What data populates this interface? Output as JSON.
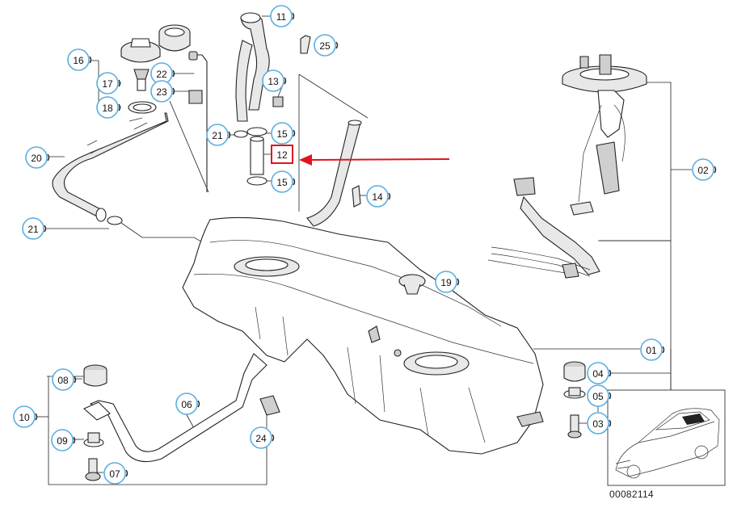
{
  "callouts": [
    {
      "id": "11",
      "label": "11"
    },
    {
      "id": "25",
      "label": "25"
    },
    {
      "id": "16",
      "label": "16"
    },
    {
      "id": "22",
      "label": "22"
    },
    {
      "id": "17",
      "label": "17"
    },
    {
      "id": "23",
      "label": "23"
    },
    {
      "id": "13",
      "label": "13"
    },
    {
      "id": "18",
      "label": "18"
    },
    {
      "id": "21a",
      "label": "21"
    },
    {
      "id": "15a",
      "label": "15"
    },
    {
      "id": "12",
      "label": "12",
      "highlighted": true
    },
    {
      "id": "15b",
      "label": "15"
    },
    {
      "id": "20",
      "label": "20"
    },
    {
      "id": "14",
      "label": "14"
    },
    {
      "id": "21b",
      "label": "21"
    },
    {
      "id": "02",
      "label": "02"
    },
    {
      "id": "19",
      "label": "19"
    },
    {
      "id": "01",
      "label": "01"
    },
    {
      "id": "08",
      "label": "08"
    },
    {
      "id": "06",
      "label": "06"
    },
    {
      "id": "04",
      "label": "04"
    },
    {
      "id": "05",
      "label": "05"
    },
    {
      "id": "10",
      "label": "10"
    },
    {
      "id": "03",
      "label": "03"
    },
    {
      "id": "09",
      "label": "09"
    },
    {
      "id": "24",
      "label": "24"
    },
    {
      "id": "07",
      "label": "07"
    }
  ],
  "diagram_code": "00082114",
  "colors": {
    "callout_ring": "#5aaee0",
    "highlight": "#e0141e",
    "line": "#222222"
  }
}
